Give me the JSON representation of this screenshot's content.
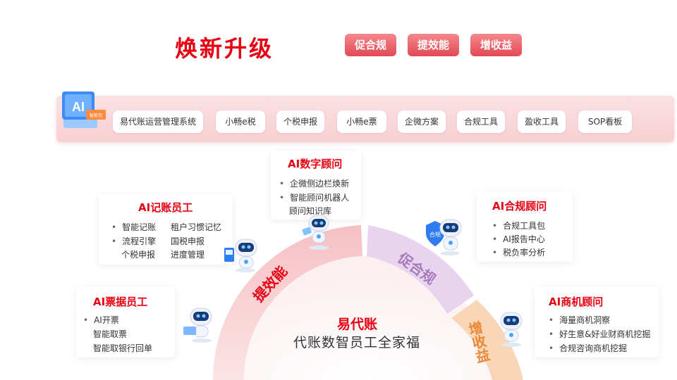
{
  "header": {
    "title": "焕新升级",
    "tags": [
      "促合规",
      "提效能",
      "增收益"
    ]
  },
  "system_bar": {
    "badge_text": "AI",
    "badge_tag": "智能包",
    "items": [
      "易代账运营管理系统",
      "小畅e税",
      "个税申报",
      "小畅e票",
      "企微方案",
      "合规工具",
      "盈收工具",
      "SOP看板"
    ]
  },
  "cards": {
    "digital_advisor": {
      "title": "AI数字顾问",
      "items": [
        "企微侧边栏焕新",
        "智能顾问机器人",
        "顾问知识库"
      ]
    },
    "bookkeeping": {
      "title": "AI记账员工",
      "items": [
        "智能记账",
        "租户习惯记忆",
        "流程引擎",
        "国税申报",
        "个税申报",
        "进度管理"
      ]
    },
    "compliance": {
      "title": "AI合规顾问",
      "items": [
        "合规工具包",
        "AI报告中心",
        "税负率分析"
      ]
    },
    "invoice": {
      "title": "AI票据员工",
      "items": [
        "AI开票",
        "智能取票",
        "智能取银行回单"
      ]
    },
    "business": {
      "title": "AI商机顾问",
      "items": [
        "海量商机洞察",
        "好生意&好业财商机挖掘",
        "合规咨询商机挖掘"
      ]
    }
  },
  "arc": {
    "labels": [
      "提效能",
      "促合规",
      "增收益"
    ]
  },
  "center": {
    "title": "易代账",
    "subtitle": "代账数智员工全家福"
  },
  "shield_text": "合规",
  "colors": {
    "brand_red": "#e60012",
    "arc_red": "#f6c9cc",
    "arc_purple": "#e7d3ef",
    "arc_orange": "#f8d7b8"
  }
}
